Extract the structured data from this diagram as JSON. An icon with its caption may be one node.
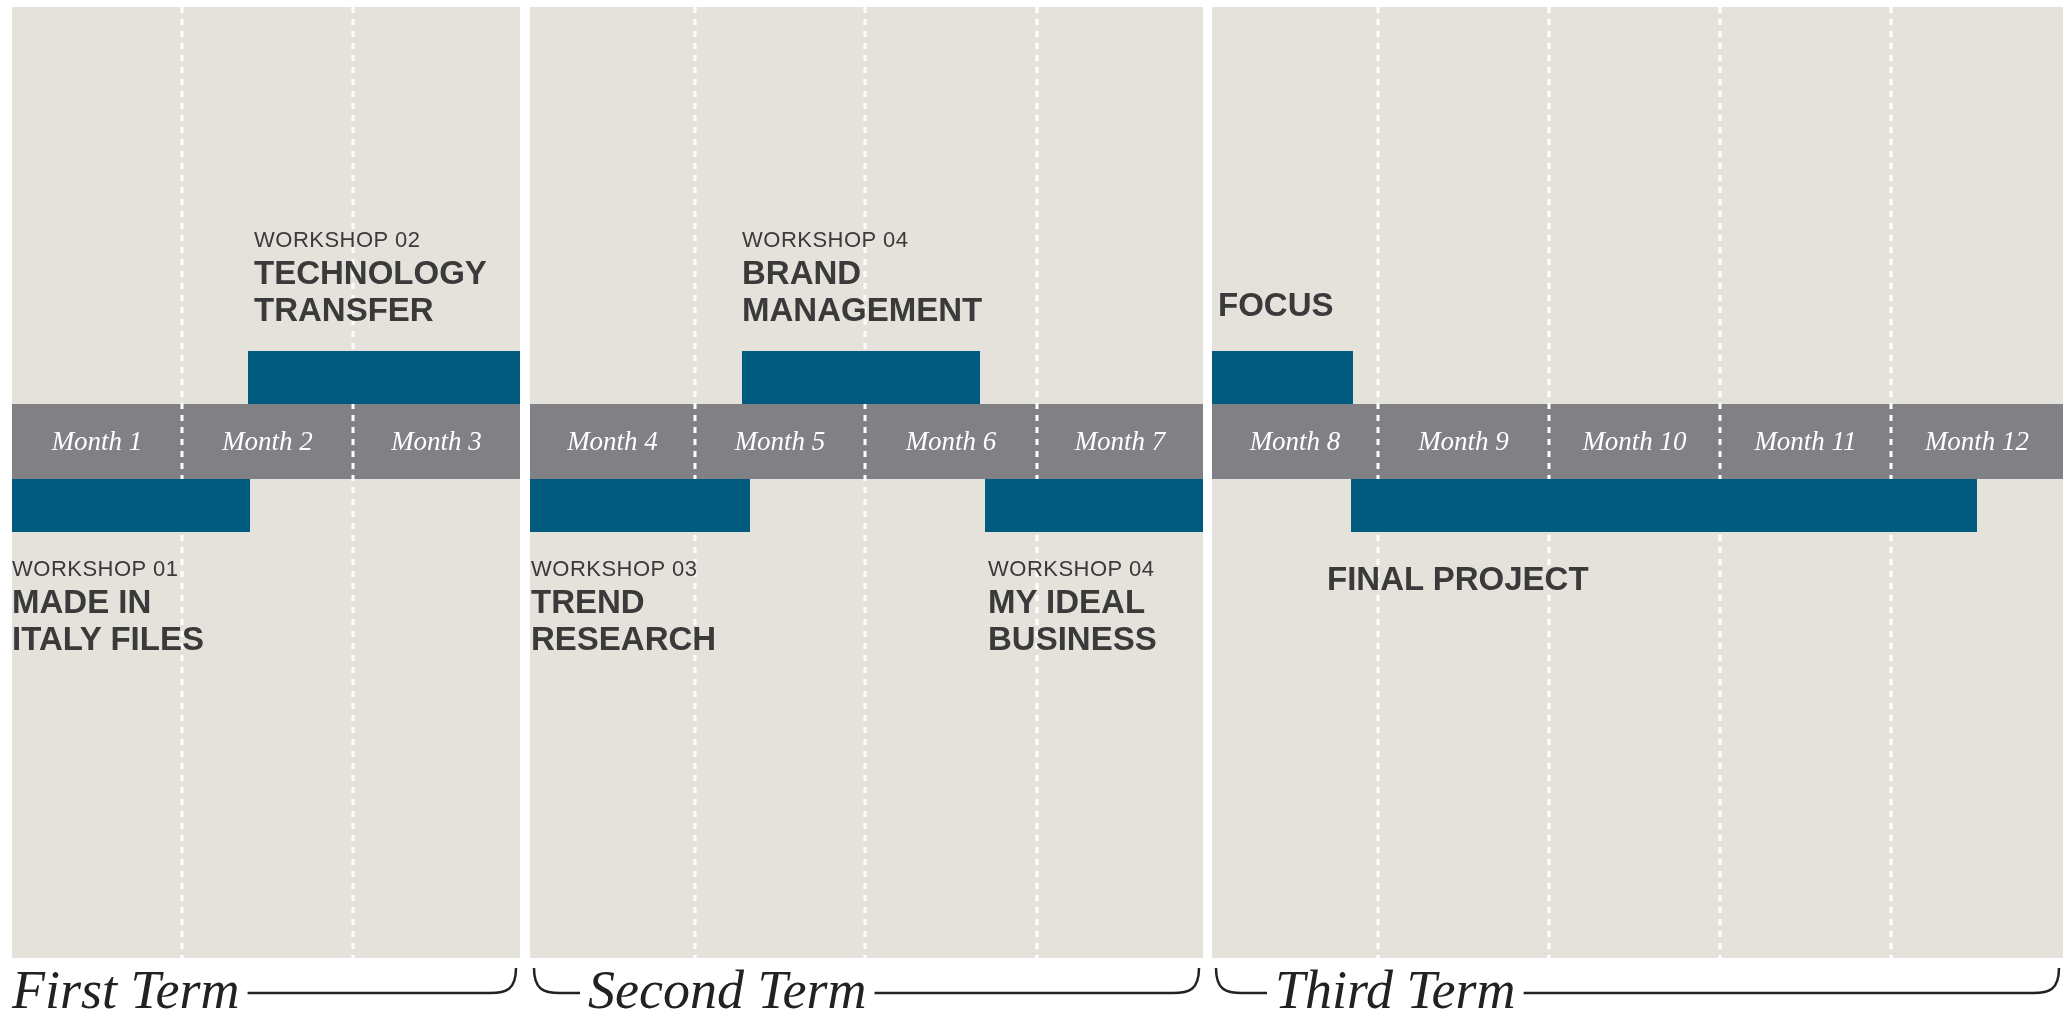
{
  "diagram": {
    "nodes": [
      {
        "text": [
          "First Term"
        ]
      },
      {
        "text": [
          "Month 1"
        ],
        "in": 0
      },
      {
        "text": [
          "Month 2"
        ],
        "in": 0
      },
      {
        "text": [
          "Month 3"
        ],
        "in": 0
      },
      {
        "text": [
          "WORKSHOP 01",
          "MADE IN ITALY FILES"
        ],
        "in": 0
      },
      {
        "text": [
          "WORKSHOP 02",
          "TECHNOLOGY TRANSFER"
        ],
        "in": 0
      },
      {
        "text": [
          "Second Term"
        ]
      },
      {
        "text": [
          "Month 4"
        ],
        "in": 6
      },
      {
        "text": [
          "Month 5"
        ],
        "in": 6
      },
      {
        "text": [
          "Month 6"
        ],
        "in": 6
      },
      {
        "text": [
          "Month 7"
        ],
        "in": 6
      },
      {
        "text": [
          "WORKSHOP 03",
          "TREND RESEARCH"
        ],
        "in": 6
      },
      {
        "text": [
          "WORKSHOP 04",
          "BRAND MANAGEMENT"
        ],
        "in": 6
      },
      {
        "text": [
          "WORKSHOP 04",
          "MY IDEAL BUSINESS"
        ],
        "in": 6
      },
      {
        "text": [
          "Third Term"
        ]
      },
      {
        "text": [
          "Month 8"
        ],
        "in": 14
      },
      {
        "text": [
          "Month 9"
        ],
        "in": 14
      },
      {
        "text": [
          "Month 10"
        ],
        "in": 14
      },
      {
        "text": [
          "Month 11"
        ],
        "in": 14
      },
      {
        "text": [
          "Month 12"
        ],
        "in": 14
      },
      {
        "text": [
          "FOCUS"
        ],
        "in": 14
      },
      {
        "text": [
          "FINAL PROJECT"
        ],
        "in": 14
      }
    ]
  }
}
